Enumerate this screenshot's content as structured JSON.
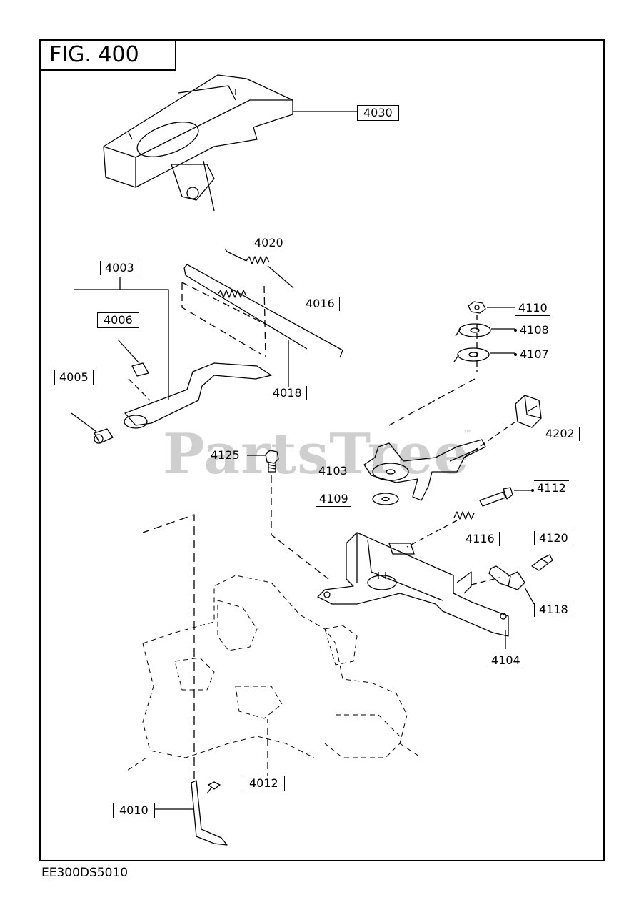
{
  "figure": {
    "title": "FIG. 400",
    "code": "EE300DS5010"
  },
  "watermark": {
    "text": "PartsTree",
    "tm": "™"
  },
  "parts": {
    "p4030": "4030",
    "p4020": "4020",
    "p4003": "4003",
    "p4016": "4016",
    "p4006": "4006",
    "p4110": "4110",
    "p4108": "4108",
    "p4107": "4107",
    "p4005": "4005",
    "p4018": "4018",
    "p4202": "4202",
    "p4125": "4125",
    "p4103": "4103",
    "p4112": "4112",
    "p4109": "4109",
    "p4116": "4116",
    "p4120": "4120",
    "p4118": "4118",
    "p4104": "4104",
    "p4012": "4012",
    "p4010": "4010"
  }
}
